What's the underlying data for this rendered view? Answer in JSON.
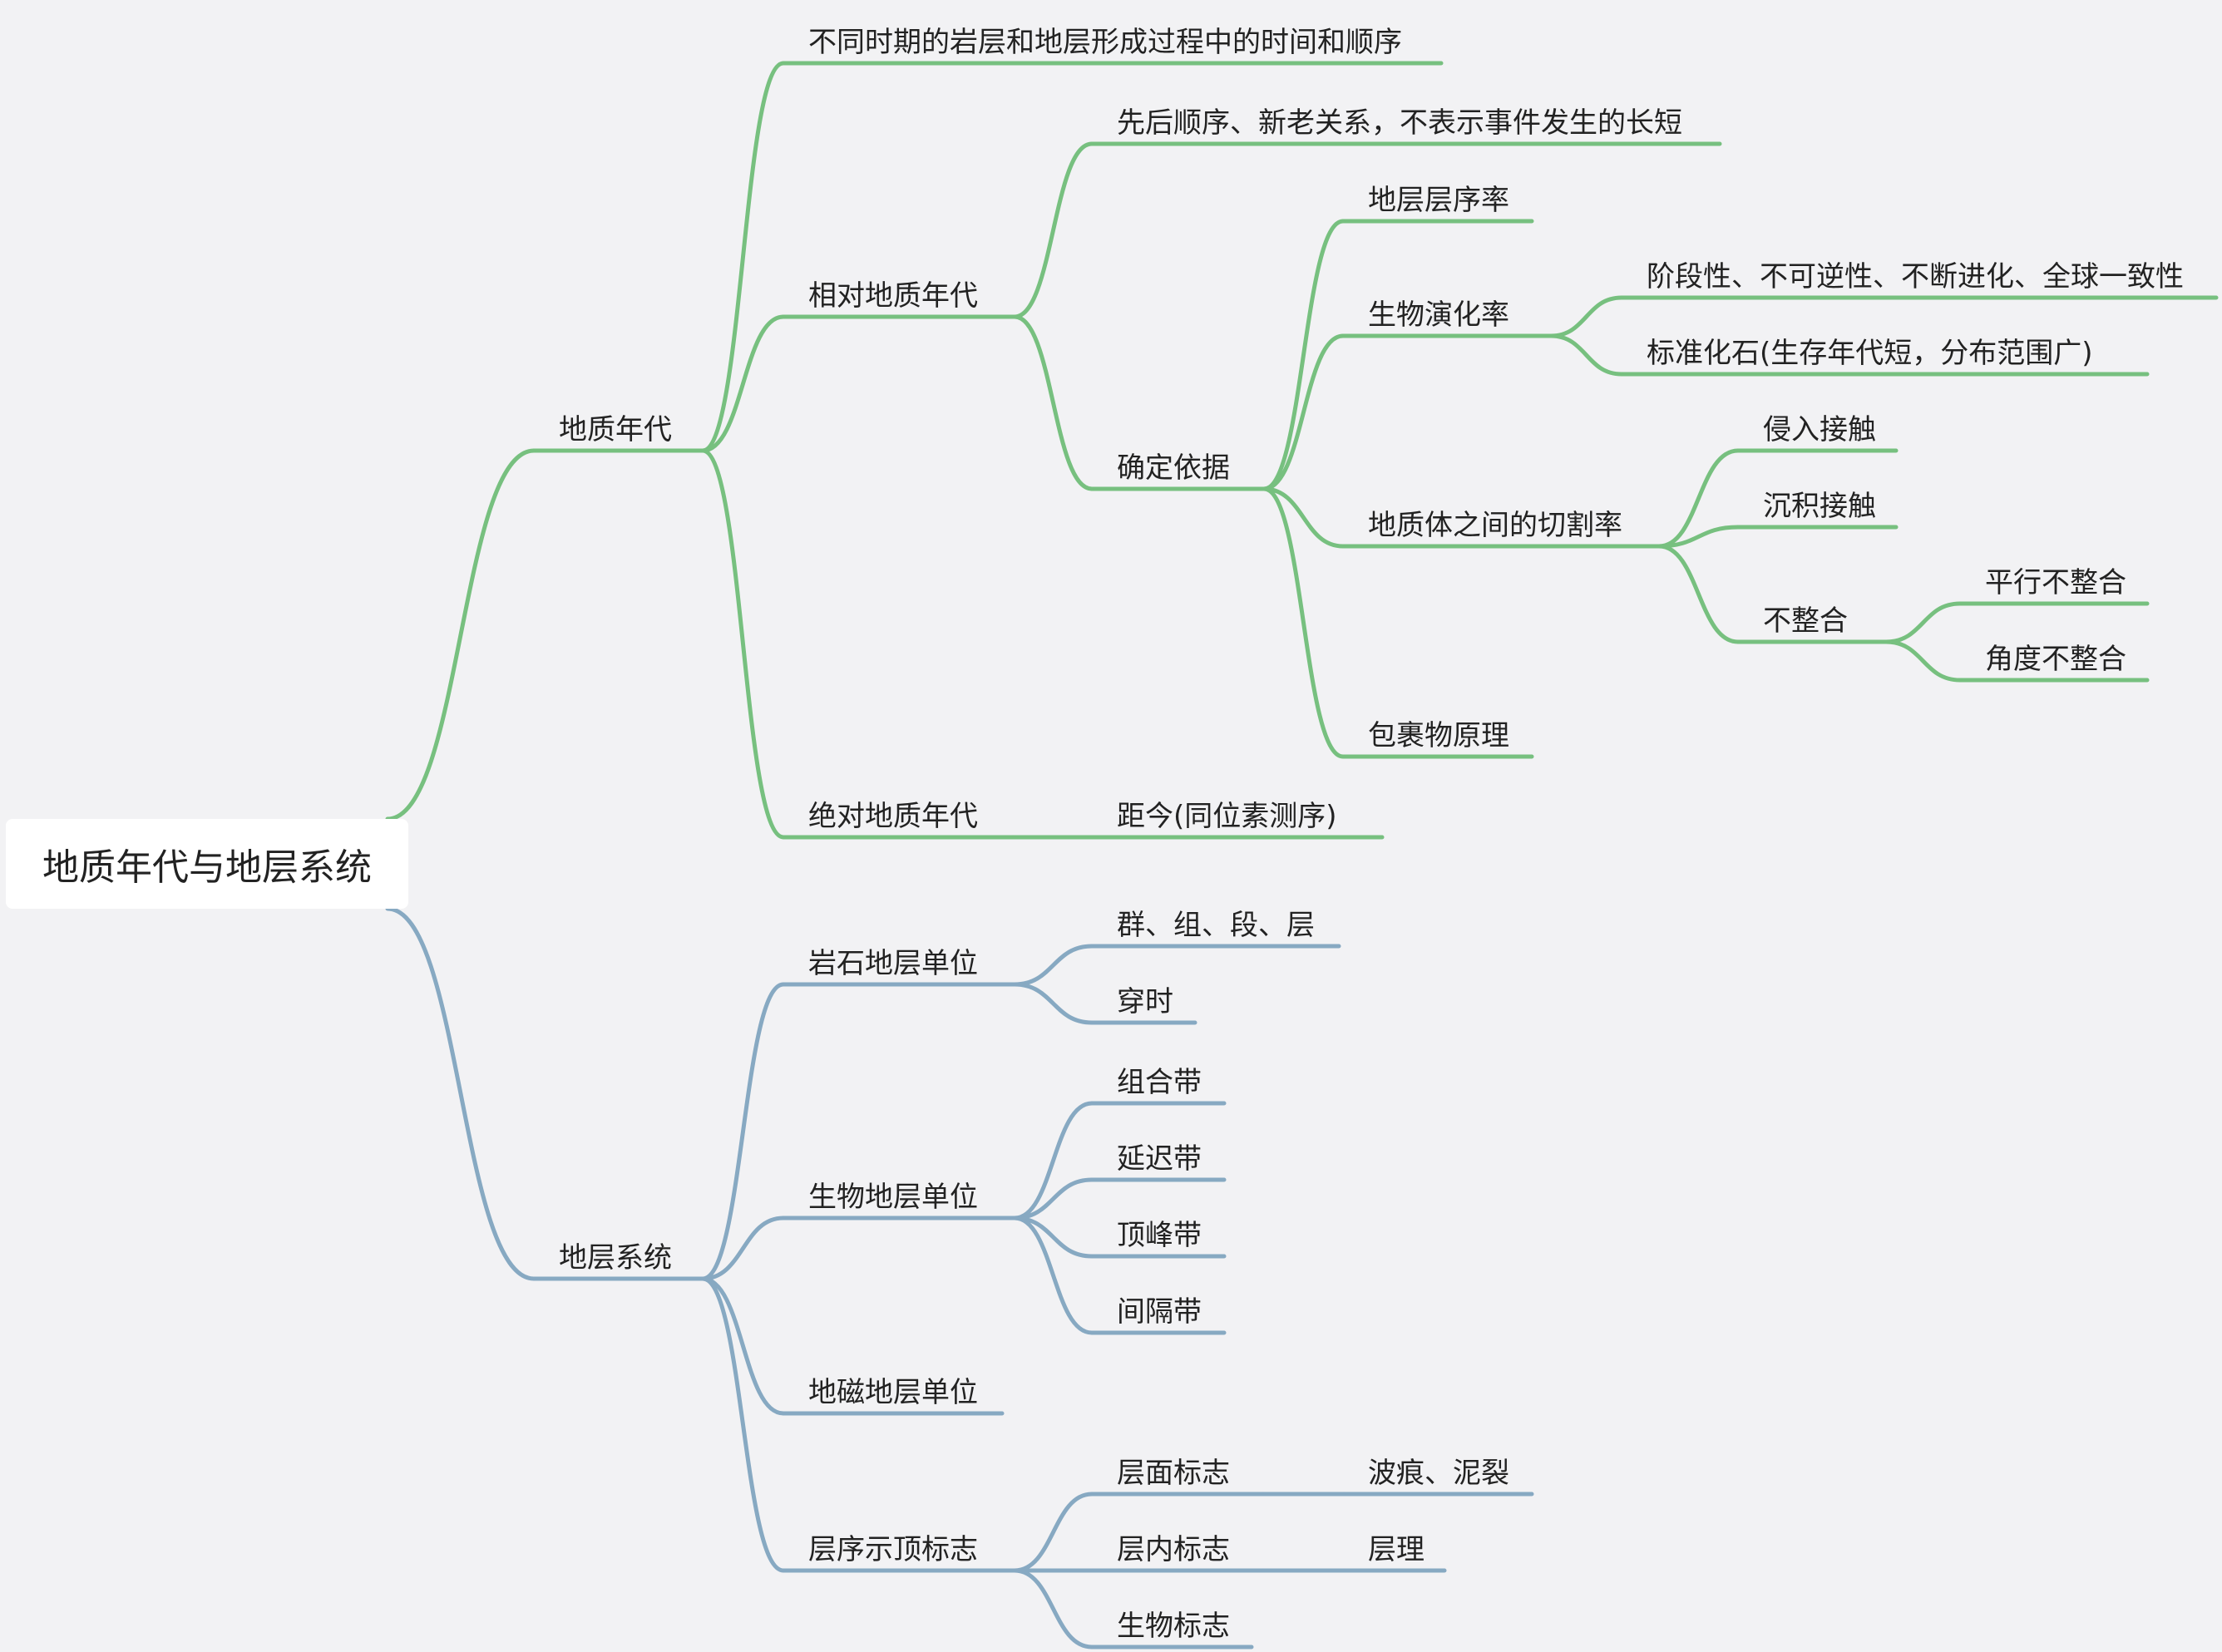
{
  "root": "地质年代与地层系统",
  "colors": {
    "green": "#77c07f",
    "blue": "#87a9c2"
  },
  "nodes": {
    "n1": "地质年代",
    "n2": "不同时期的岩层和地层形成过程中的时间和顺序",
    "n3": "相对地质年代",
    "n4": "先后顺序、新老关系，不表示事件发生的长短",
    "n5": "确定依据",
    "n6": "地层层序率",
    "n7": "生物演化率",
    "n8": "阶段性、不可逆性、不断进化、全球一致性",
    "n9": "标准化石(生存年代短，分布范围广)",
    "n10": "地质体之间的切割率",
    "n11": "侵入接触",
    "n12": "沉积接触",
    "n13": "不整合",
    "n14": "平行不整合",
    "n15": "角度不整合",
    "n16": "包裹物原理",
    "n17": "绝对地质年代",
    "n18": "距今(同位素测序)",
    "n19": "地层系统",
    "n20": "岩石地层单位",
    "n21": "群、组、段、层",
    "n22": "穿时",
    "n23": "生物地层单位",
    "n24": "组合带",
    "n25": "延迟带",
    "n26": "顶峰带",
    "n27": "间隔带",
    "n28": "地磁地层单位",
    "n29": "层序示顶标志",
    "n30": "层面标志",
    "n31": "波痕、泥裂",
    "n32": "层内标志",
    "n33": "层理",
    "n34": "生物标志"
  }
}
